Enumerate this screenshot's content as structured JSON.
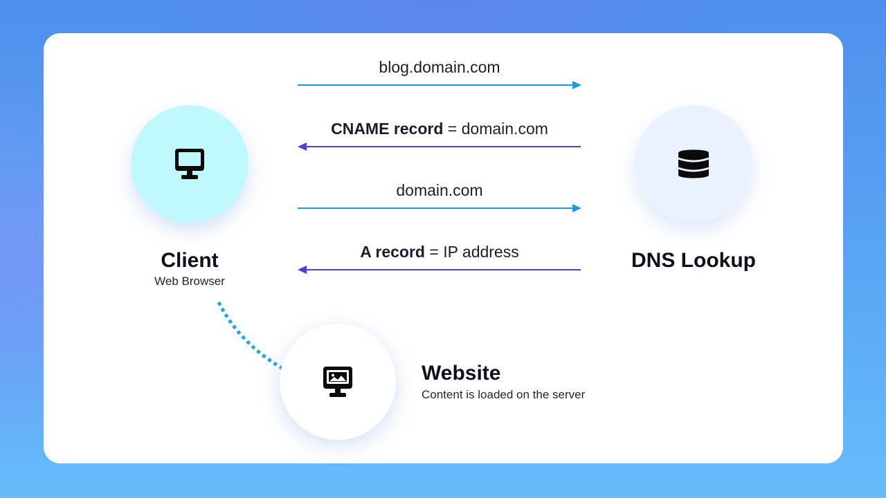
{
  "nodes": {
    "client": {
      "title": "Client",
      "subtitle": "Web Browser",
      "icon": "monitor-icon",
      "color": "#bff9fd"
    },
    "dns": {
      "title": "DNS Lookup",
      "icon": "database-icon",
      "color": "#eaf2ff"
    },
    "website": {
      "title": "Website",
      "subtitle": "Content is loaded on the server",
      "icon": "monitor-image-icon",
      "color": "#ffffff"
    }
  },
  "flows": [
    {
      "bold": "",
      "text": "blog.domain.com",
      "direction": "client-to-dns",
      "color": "#1a9be8"
    },
    {
      "bold": "CNAME record",
      "text": " = domain.com",
      "direction": "dns-to-client",
      "color": "#4a3fe0"
    },
    {
      "bold": "",
      "text": "domain.com",
      "direction": "client-to-dns",
      "color": "#1a9be8"
    },
    {
      "bold": "A record",
      "text": " = IP address",
      "direction": "dns-to-client",
      "color": "#4a3fe0"
    }
  ],
  "connector": {
    "from": "client",
    "to": "website",
    "style": "dotted",
    "color": "#1fa7ea"
  }
}
